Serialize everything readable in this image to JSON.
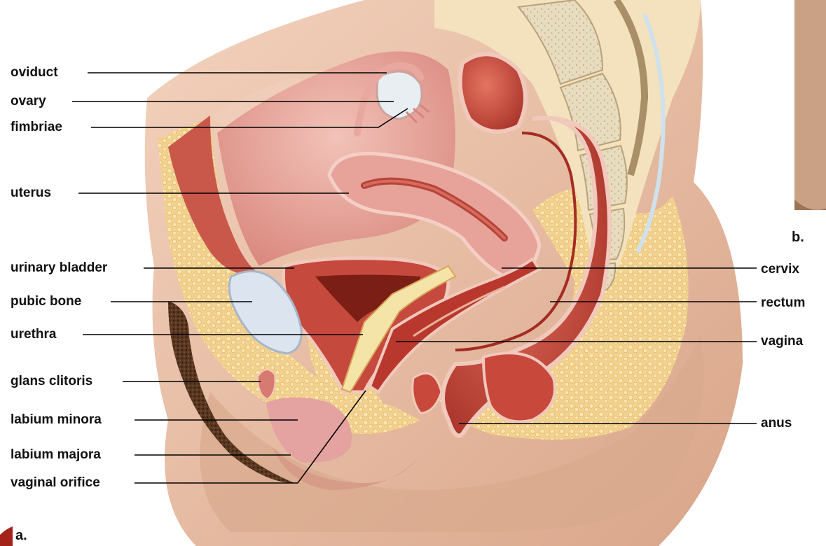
{
  "left_labels": [
    {
      "id": "oviduct",
      "text": "oviduct"
    },
    {
      "id": "ovary",
      "text": "ovary"
    },
    {
      "id": "fimbriae",
      "text": "fimbriae"
    },
    {
      "id": "uterus",
      "text": "uterus"
    },
    {
      "id": "urinary-bladder",
      "text": "urinary bladder"
    },
    {
      "id": "pubic-bone",
      "text": "pubic bone"
    },
    {
      "id": "urethra",
      "text": "urethra"
    },
    {
      "id": "glans-clitoris",
      "text": "glans clitoris"
    },
    {
      "id": "labium-minora",
      "text": "labium minora"
    },
    {
      "id": "labium-majora",
      "text": "labium majora"
    },
    {
      "id": "vaginal-orifice",
      "text": "vaginal orifice"
    }
  ],
  "right_labels": [
    {
      "id": "cervix",
      "text": "cervix"
    },
    {
      "id": "rectum",
      "text": "rectum"
    },
    {
      "id": "vagina",
      "text": "vagina"
    },
    {
      "id": "anus",
      "text": "anus"
    }
  ],
  "panels": {
    "a": "a.",
    "b": "b."
  },
  "colors": {
    "background": "#ffffff",
    "skin": "#e9c0a5",
    "fat": "#f1cf87",
    "tissue_pink": "#e7a29a",
    "muscle_red": "#c9453a",
    "bone": "#e2d3b3",
    "hair": "#4a2e1b",
    "leader_line": "#000000",
    "text": "#111111"
  }
}
